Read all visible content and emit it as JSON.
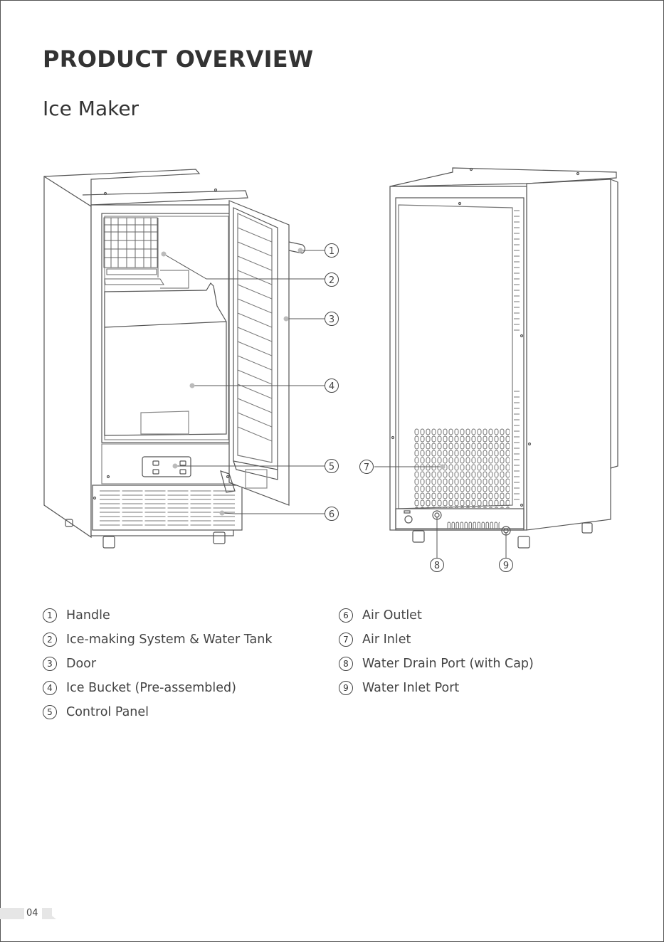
{
  "header": {
    "title": "PRODUCT OVERVIEW",
    "subtitle": "Ice Maker"
  },
  "callouts": [
    "1",
    "2",
    "3",
    "4",
    "5",
    "6",
    "7",
    "8",
    "9"
  ],
  "legend_left": [
    {
      "num": "1",
      "label": "Handle"
    },
    {
      "num": "2",
      "label": "Ice-making System & Water Tank"
    },
    {
      "num": "3",
      "label": "Door"
    },
    {
      "num": "4",
      "label": "Ice Bucket (Pre-assembled)"
    },
    {
      "num": "5",
      "label": "Control Panel"
    }
  ],
  "legend_right": [
    {
      "num": "6",
      "label": "Air Outlet"
    },
    {
      "num": "7",
      "label": "Air Inlet"
    },
    {
      "num": "8",
      "label": "Water Drain Port (with Cap)"
    },
    {
      "num": "9",
      "label": "Water Inlet Port"
    }
  ],
  "footer": {
    "page_number": "04"
  }
}
